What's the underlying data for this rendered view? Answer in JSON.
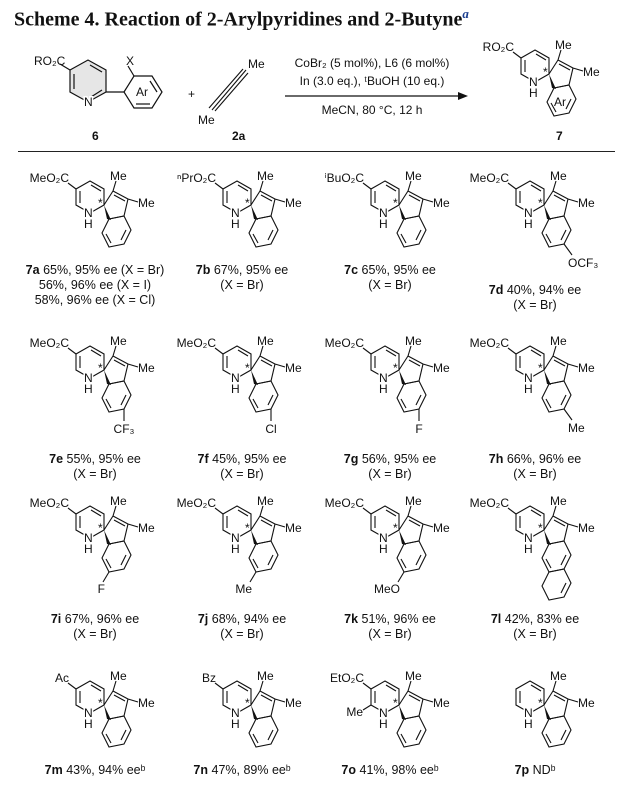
{
  "title": "Scheme 4. Reaction of 2-Arylpyridines and 2-Butyne",
  "title_footnote": "a",
  "scheme": {
    "reactant": {
      "ester": "RO₂C",
      "x": "X",
      "n": "N",
      "ar": "Ar",
      "id": "6"
    },
    "plus": "+",
    "alkyne": {
      "me_top": "Me",
      "me_bottom": "Me",
      "id": "2a"
    },
    "conditions": [
      "CoBr₂ (5 mol%), L6 (6 mol%)",
      "In (3.0 eq.), ᵗBuOH (10 eq.)",
      "MeCN, 80 °C, 12 h"
    ],
    "product": {
      "ester": "RO₂C",
      "me1": "Me",
      "me2": "Me",
      "n": "N",
      "h": "H",
      "ar": "Ar",
      "id": "7"
    }
  },
  "compounds": [
    {
      "id": "7a",
      "ester": "MeO₂C",
      "sub": "",
      "caption": [
        "65%, 95% ee (X = Br)",
        "56%, 96% ee (X = I)",
        "58%, 96% ee (X = Cl)"
      ]
    },
    {
      "id": "7b",
      "ester": "ⁿPrO₂C",
      "sub": "",
      "caption": [
        "67%, 95% ee",
        "(X = Br)"
      ]
    },
    {
      "id": "7c",
      "ester": "ⁱBuO₂C",
      "sub": "",
      "caption": [
        "65%, 95% ee",
        "(X = Br)"
      ]
    },
    {
      "id": "7d",
      "ester": "MeO₂C",
      "sub": "OCF₃",
      "caption": [
        "40%, 94% ee",
        "(X = Br)"
      ]
    },
    {
      "id": "7e",
      "ester": "MeO₂C",
      "sub": "CF₃",
      "caption": [
        "55%, 95% ee",
        "(X = Br)"
      ]
    },
    {
      "id": "7f",
      "ester": "MeO₂C",
      "sub": "Cl",
      "caption": [
        "45%, 95% ee",
        "(X = Br)"
      ]
    },
    {
      "id": "7g",
      "ester": "MeO₂C",
      "sub": "F",
      "caption": [
        "56%, 95% ee",
        "(X = Br)"
      ]
    },
    {
      "id": "7h",
      "ester": "MeO₂C",
      "sub": "Me",
      "caption": [
        "66%, 96% ee",
        "(X = Br)"
      ]
    },
    {
      "id": "7i",
      "ester": "MeO₂C",
      "sub": "F",
      "caption": [
        "67%, 96% ee",
        "(X = Br)"
      ]
    },
    {
      "id": "7j",
      "ester": "MeO₂C",
      "sub": "Me",
      "caption": [
        "68%, 94% ee",
        "(X = Br)"
      ]
    },
    {
      "id": "7k",
      "ester": "MeO₂C",
      "sub": "MeO",
      "caption": [
        "51%, 96% ee",
        "(X = Br)"
      ]
    },
    {
      "id": "7l",
      "ester": "MeO₂C",
      "sub": "",
      "caption": [
        "42%, 83% ee",
        "(X = Br)"
      ]
    },
    {
      "id": "7m",
      "ester": "Ac",
      "sub": "",
      "caption": [
        "43%, 94% eeᵇ"
      ]
    },
    {
      "id": "7n",
      "ester": "Bz",
      "sub": "",
      "caption": [
        "47%, 89% eeᵇ"
      ]
    },
    {
      "id": "7o",
      "ester": "EtO₂C",
      "sub": "",
      "c6": "Me",
      "caption": [
        "41%, 98% eeᵇ"
      ]
    },
    {
      "id": "7p",
      "ester": "",
      "sub": "",
      "caption": [
        "NDᵇ"
      ]
    }
  ],
  "labels": {
    "me": "Me",
    "n": "N",
    "h": "H",
    "star": "*"
  }
}
